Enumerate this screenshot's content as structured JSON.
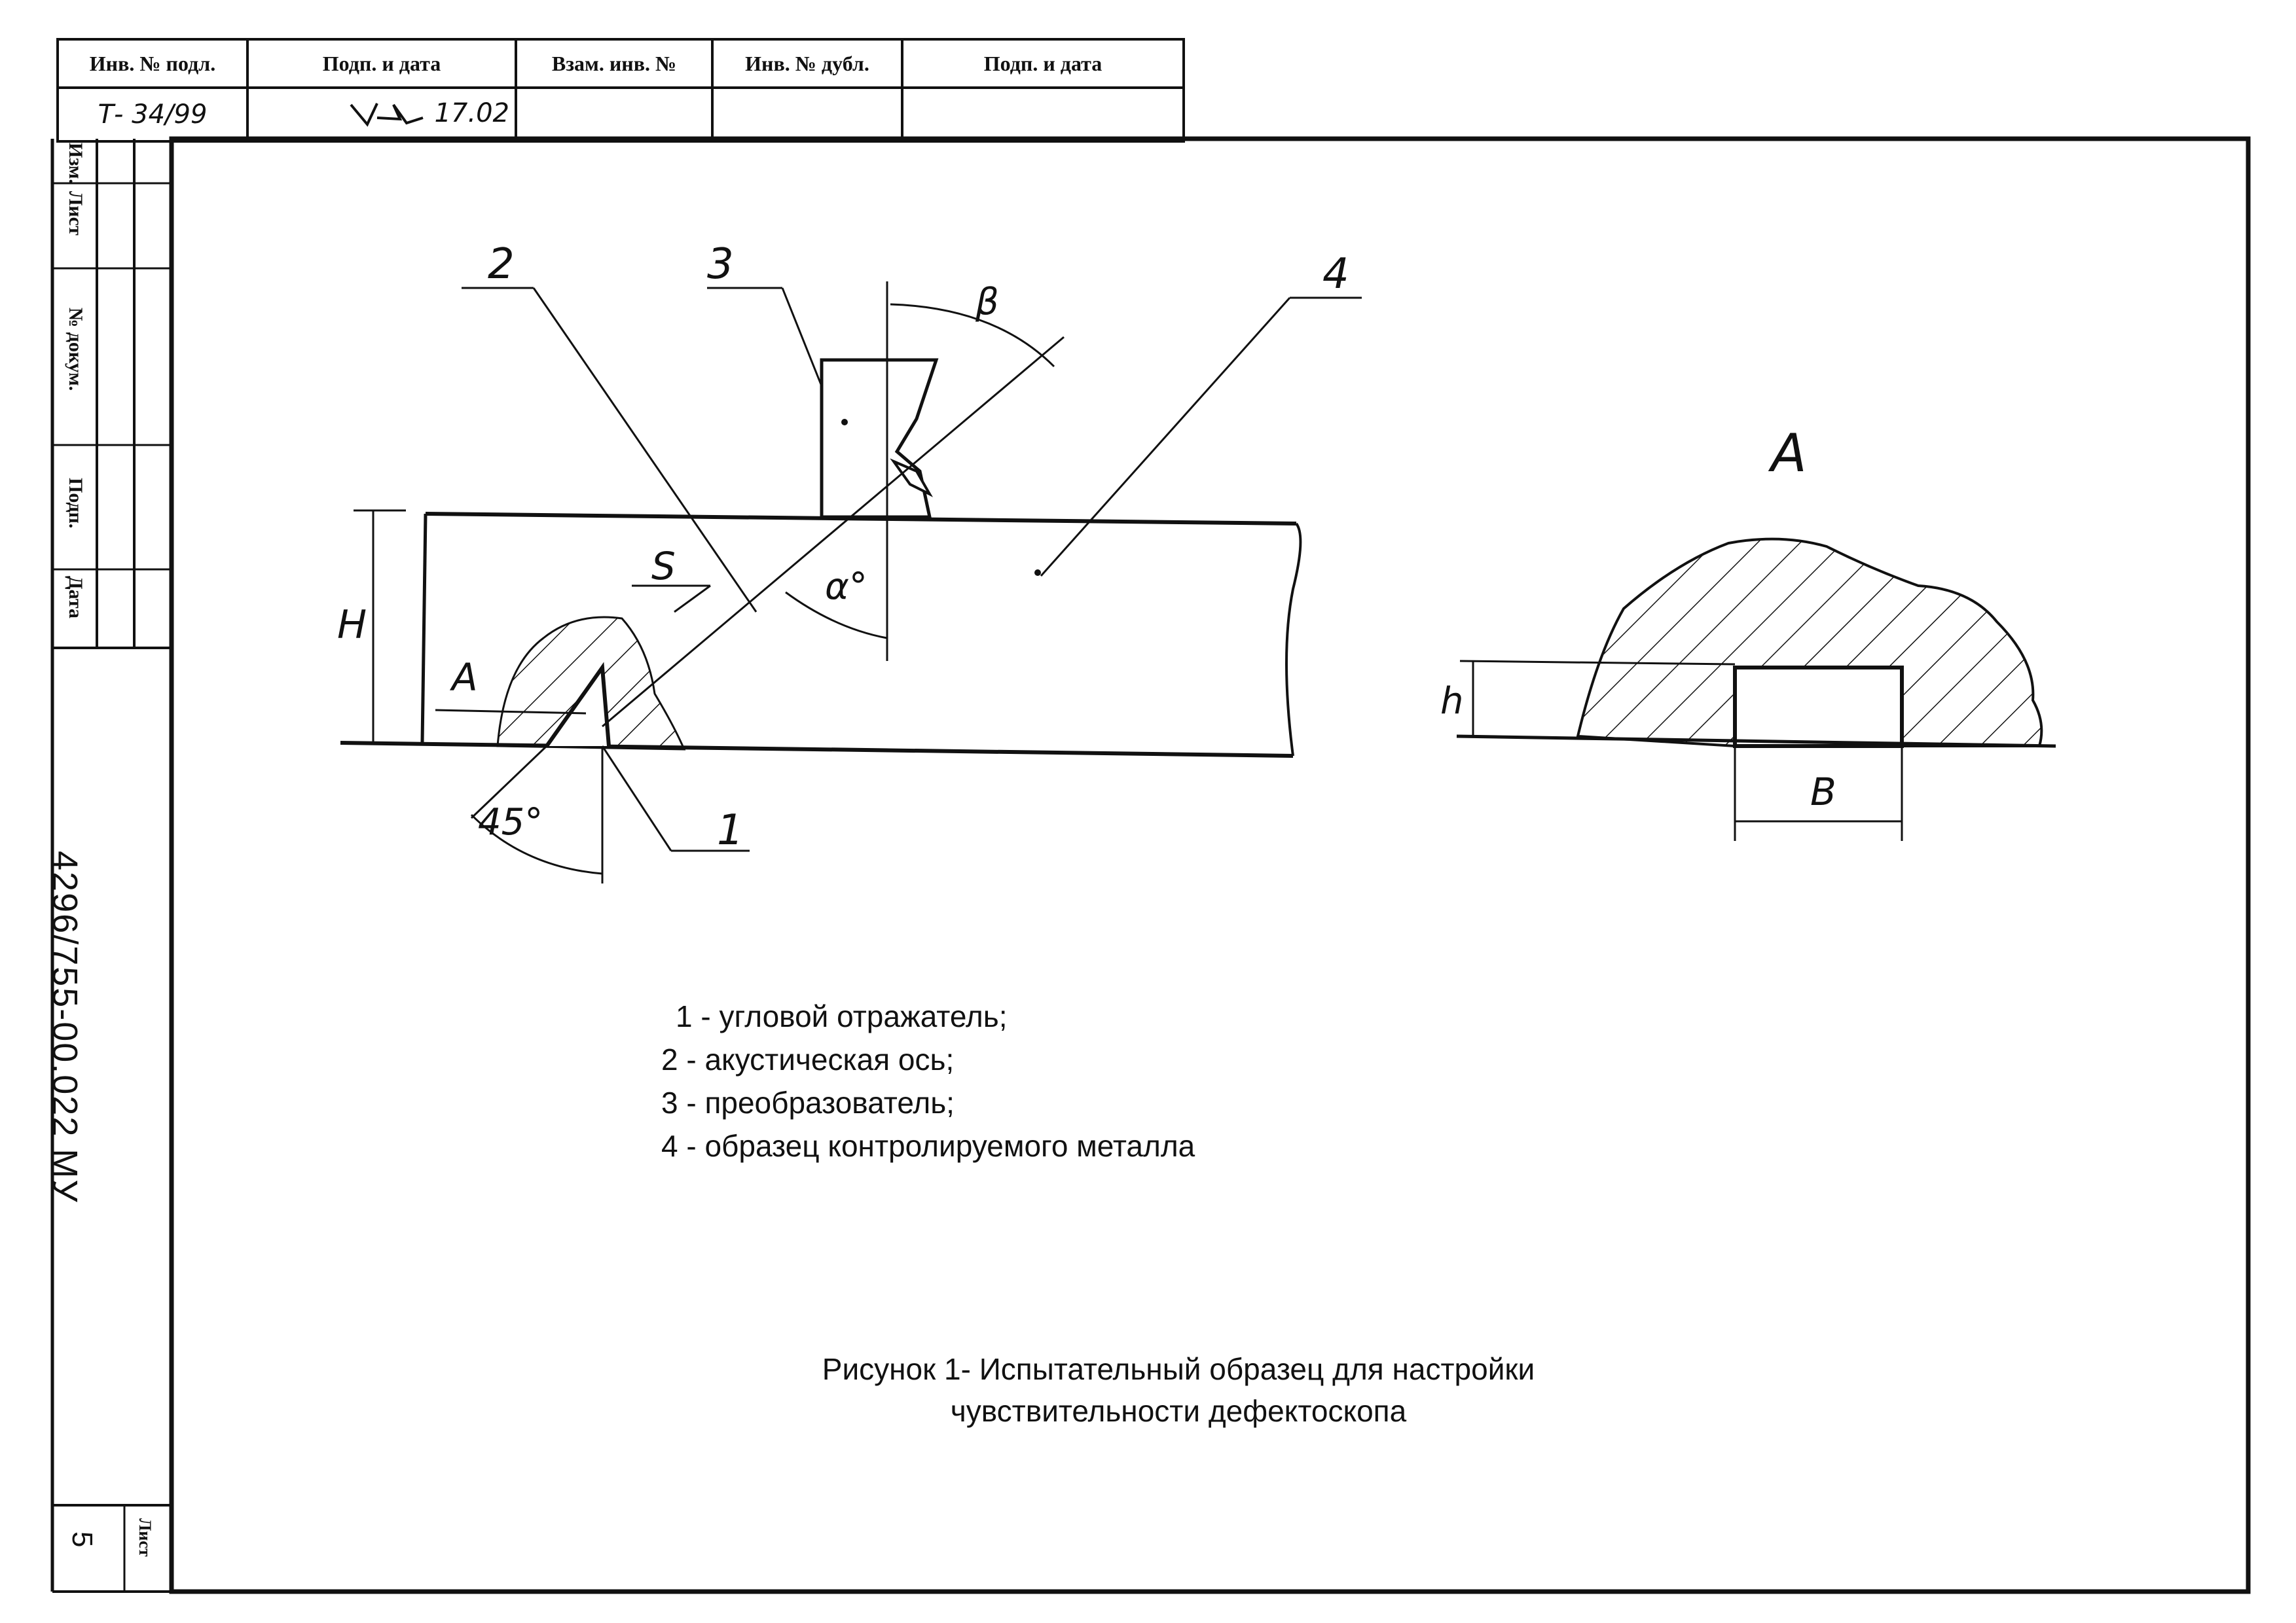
{
  "stamp": {
    "headers": [
      "Инв. № подл.",
      "Подп. и дата",
      "Взам. инв. №",
      "Инв. № дубл.",
      "Подп. и дата"
    ],
    "values": [
      "Т- 34/99",
      "17.02",
      "",
      "",
      ""
    ]
  },
  "side_block": {
    "labels": [
      "Изм.",
      "Лист",
      "№ докум.",
      "Подп.",
      "Дата"
    ],
    "doc_number": "4296/755-00.022 МУ",
    "sheet_label": "Лист",
    "sheet_number": "5"
  },
  "figure": {
    "labels": {
      "callout_1": "1",
      "callout_2": "2",
      "callout_3": "3",
      "callout_4": "4",
      "H": "H",
      "S": "S",
      "A_left": "A",
      "alpha": "α°",
      "beta": "β",
      "angle_45": "45°",
      "detail_title": "A",
      "h": "h",
      "B": "B"
    }
  },
  "legend": [
    "1 - угловой отражатель;",
    "2 - акустическая ось;",
    "3 - преобразователь;",
    "4 - образец контролируемого металла"
  ],
  "caption": {
    "line1": "Рисунок 1- Испытательный образец для настройки",
    "line2": "чувствительности дефектоскопа"
  }
}
